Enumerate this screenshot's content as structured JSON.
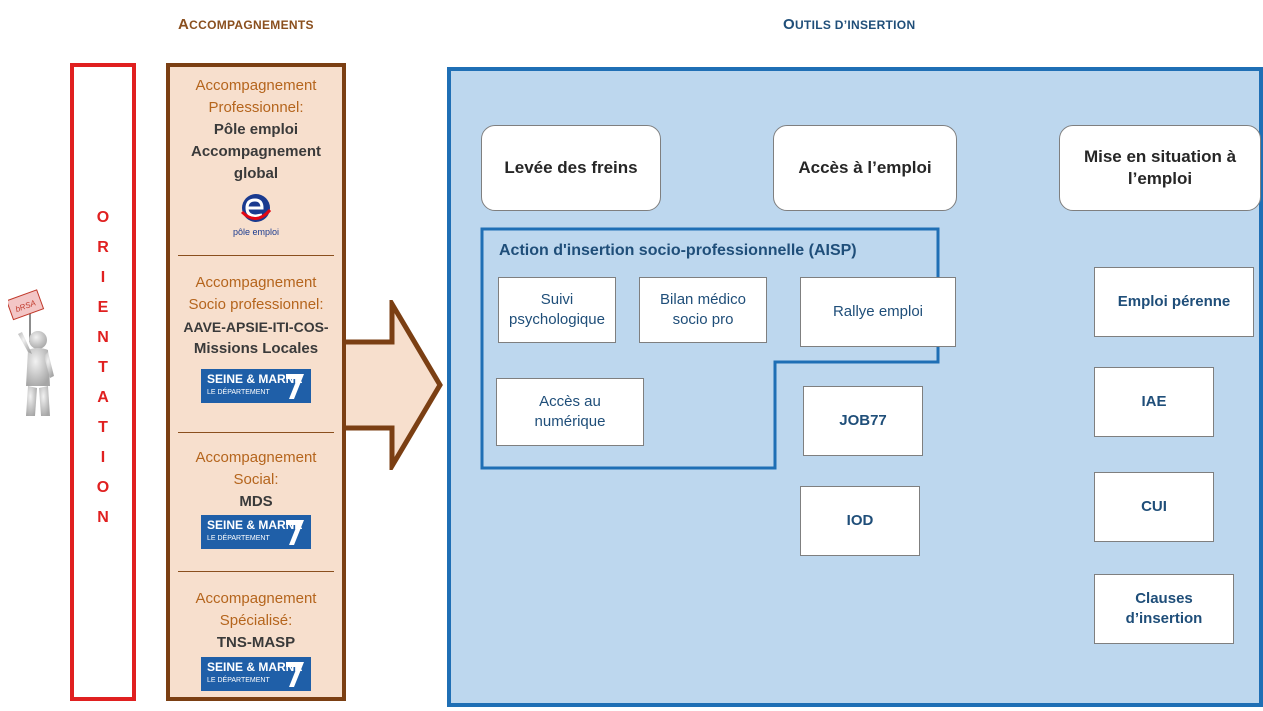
{
  "headers": {
    "accompagnements": {
      "cap": "A",
      "rest": "ccompagnements"
    },
    "outils": {
      "cap": "O",
      "rest": "utils d’insertion"
    }
  },
  "person": {
    "sign": "bRSA"
  },
  "orientation": {
    "letters": [
      "O",
      "R",
      "I",
      "E",
      "N",
      "T",
      "A",
      "T",
      "I",
      "O",
      "N"
    ]
  },
  "accompagnements": [
    {
      "lines": [
        {
          "text": "Accompagnement",
          "bold": false
        },
        {
          "text": "Professionnel:",
          "bold": false
        },
        {
          "text": "Pôle emploi",
          "bold": true
        },
        {
          "text": "Accompagnement",
          "bold": true
        },
        {
          "text": "global",
          "bold": true
        }
      ],
      "logo": "pole-emploi",
      "logo_text": "pôle emploi"
    },
    {
      "lines": [
        {
          "text": "Accompagnement",
          "bold": false
        },
        {
          "text": "Socio professionnel:",
          "bold": false
        },
        {
          "text": "AAVE-APSIE-ITI-COS-",
          "bold": true
        },
        {
          "text": "Missions Locales",
          "bold": true
        }
      ],
      "logo": "seine-et-marne",
      "logo_title": "SEINE & MARNE",
      "logo_sub": "LE DÉPARTEMENT"
    },
    {
      "lines": [
        {
          "text": "Accompagnement",
          "bold": false
        },
        {
          "text": "Social:",
          "bold": false
        },
        {
          "text": "MDS",
          "bold": true
        }
      ],
      "logo": "seine-et-marne",
      "logo_title": "SEINE & MARNE",
      "logo_sub": "LE DÉPARTEMENT"
    },
    {
      "lines": [
        {
          "text": "Accompagnement",
          "bold": false
        },
        {
          "text": "Spécialisé:",
          "bold": false
        },
        {
          "text": "TNS-MASP",
          "bold": true
        }
      ],
      "logo": "seine-et-marne",
      "logo_title": "SEINE & MARNE",
      "logo_sub": "LE DÉPARTEMENT"
    }
  ],
  "outils": {
    "categories": {
      "levee": "Levée des freins",
      "acces": "Accès à l’emploi",
      "mise": "Mise en situation à l’emploi"
    },
    "aisp": {
      "title": "Action d'insertion socio-professionnelle (AISP)",
      "items": {
        "suivi": "Suivi psychologique",
        "bilan": "Bilan médico socio pro",
        "rallye": "Rallye emploi",
        "numerique": "Accès au numérique"
      }
    },
    "acces_items": {
      "job77": "JOB77",
      "iod": "IOD"
    },
    "mise_items": {
      "emploi": "Emploi pérenne",
      "iae": "IAE",
      "cui": "CUI",
      "clauses": "Clauses d’insertion"
    }
  },
  "colors": {
    "orientation_red": "#e02020",
    "accomp_fill": "#f7dfcd",
    "accomp_border": "#7b3f13",
    "outils_fill": "#bdd7ee",
    "outils_border": "#1f6fb5",
    "tool_text": "#1f4e79"
  }
}
